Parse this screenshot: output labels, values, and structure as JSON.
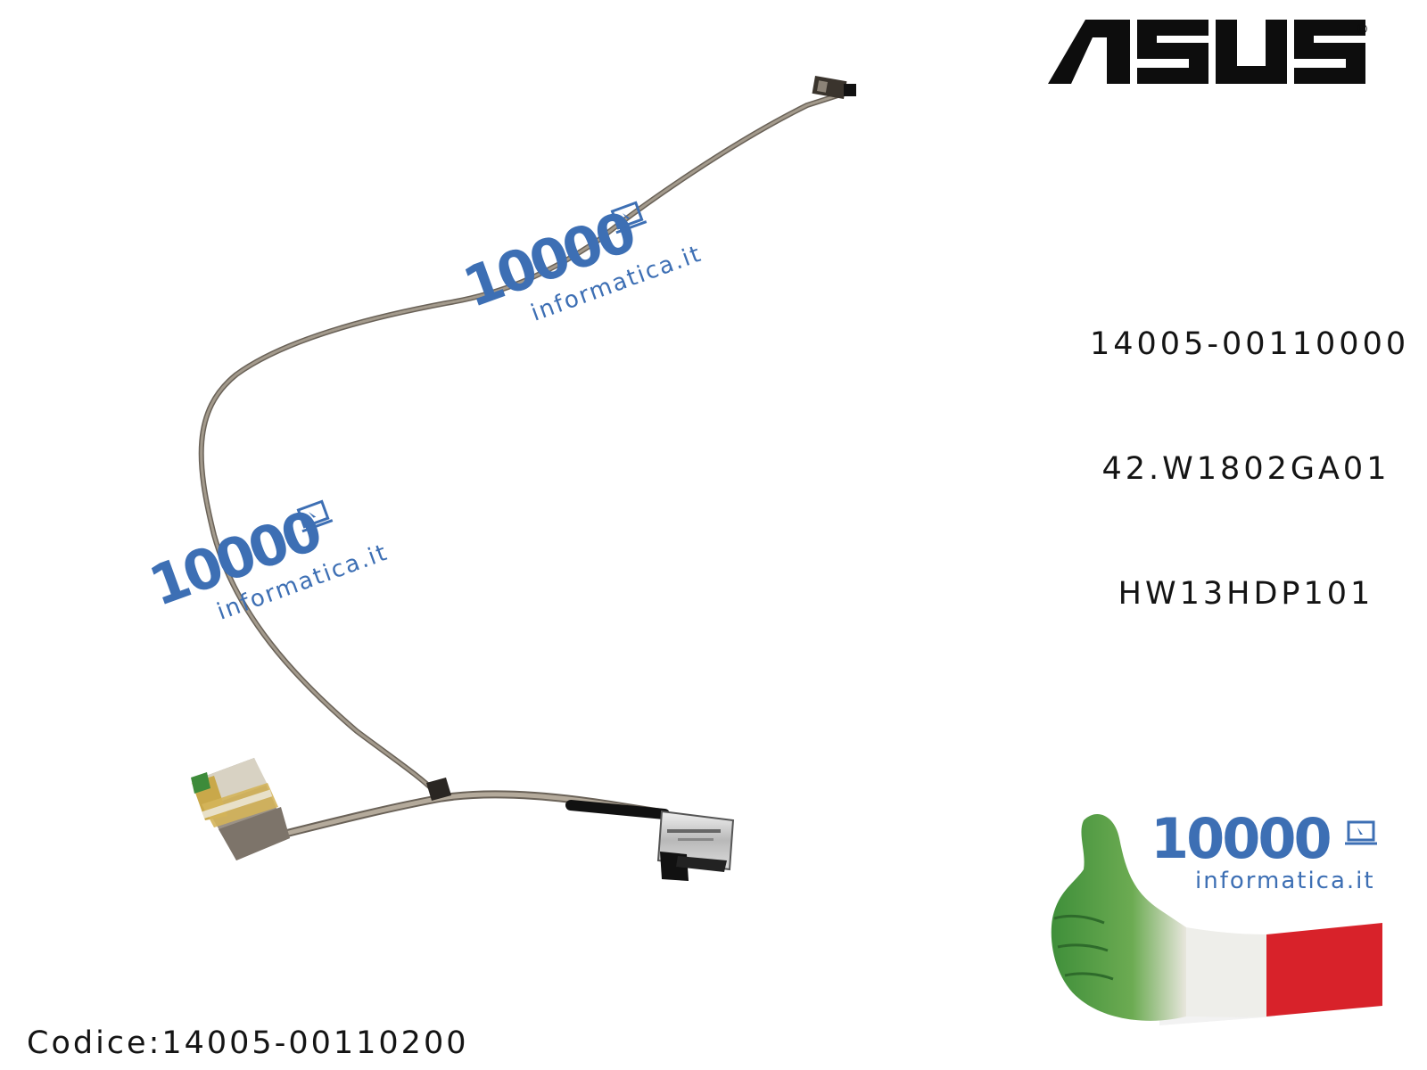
{
  "brand": {
    "logo_text": "ASUS",
    "logo_mark": "®",
    "color": "#0d0d0d"
  },
  "part_numbers": [
    "14005-00110000",
    "42.W1802GA01",
    "HW13HDP101"
  ],
  "product_code": "Codice:14005-00110200",
  "watermark": {
    "number": "10000",
    "domain": "informatica.it",
    "color": "#3d6fb4",
    "icon": "laptop-icon"
  },
  "badge": {
    "number": "10000",
    "domain": "informatica.it",
    "icon": "laptop-icon",
    "hand_icon": "thumbs-up-icon",
    "flag_colors": [
      "#2e8b3a",
      "#f2f2f2",
      "#d8222a"
    ]
  },
  "colors": {
    "cable": "#8f8577",
    "cable_shadow": "#5e574d",
    "connector_metal": "#c8c8c8",
    "connector_dark": "#1a1a1a",
    "tape": "#c9a84a"
  }
}
